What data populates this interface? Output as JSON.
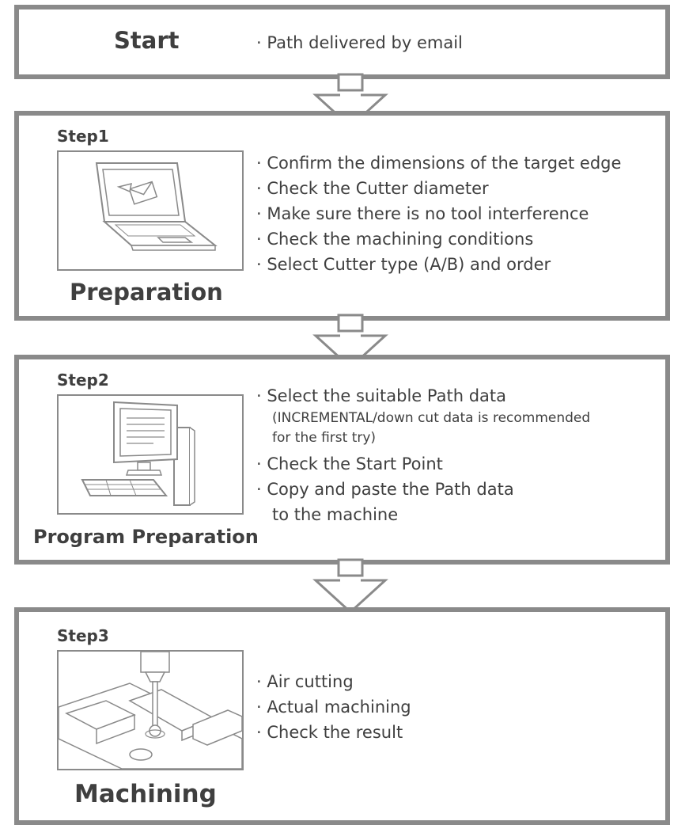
{
  "start": {
    "title": "Start",
    "bullet": "· Path delivered by email"
  },
  "step1": {
    "label": "Step1",
    "title": "Preparation",
    "bullets": [
      "· Confirm the dimensions of the target edge",
      "· Check the Cutter diameter",
      "· Make sure there is no tool interference",
      "· Check the machining conditions",
      "· Select Cutter type (A/B) and order"
    ]
  },
  "step2": {
    "label": "Step2",
    "title": "Program Preparation",
    "bullets": [
      "· Select the suitable Path data",
      "(INCREMENTAL/down cut data is recommended",
      "for the first try)",
      "· Check the Start Point",
      "· Copy and paste the Path data",
      "to the machine"
    ]
  },
  "step3": {
    "label": "Step3",
    "title": "Machining",
    "bullets": [
      "· Air cutting",
      "· Actual machining",
      "· Check the result"
    ]
  },
  "colors": {
    "border": "#8a8a8a",
    "text": "#3f3f3f"
  }
}
